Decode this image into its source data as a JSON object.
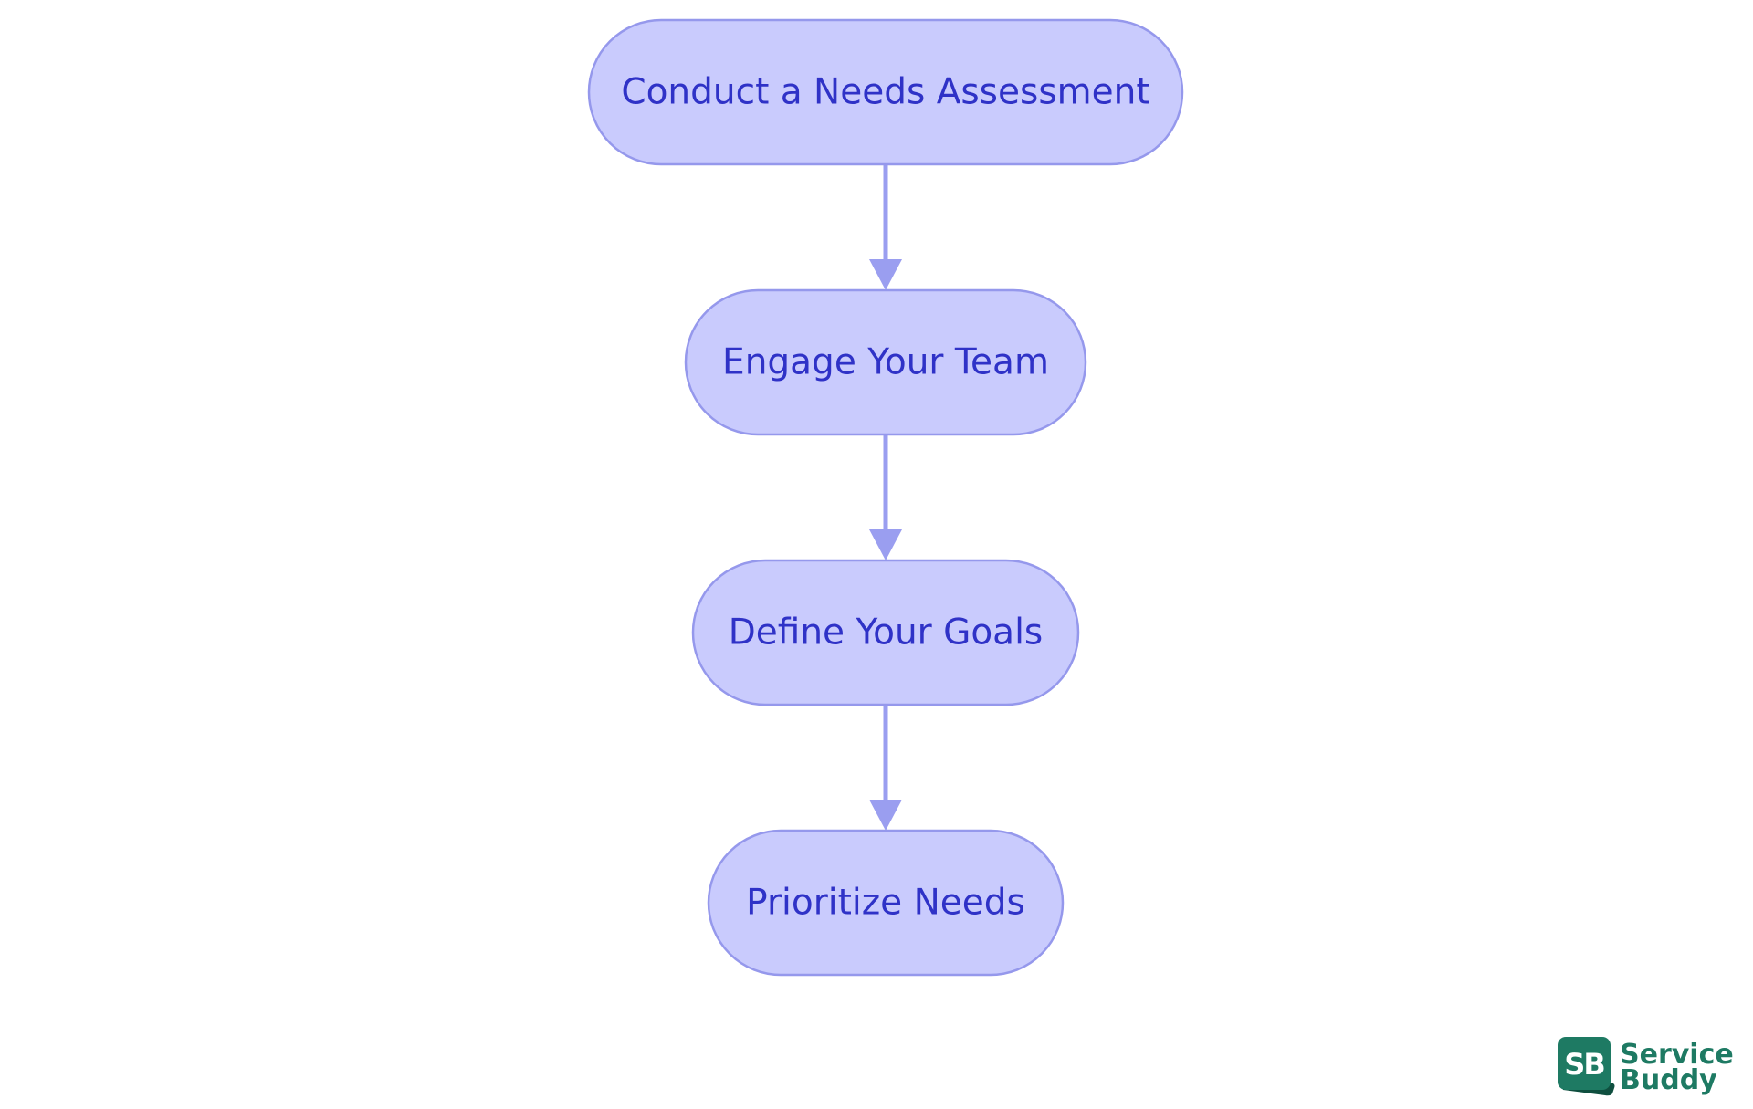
{
  "diagram": {
    "type": "flowchart",
    "direction": "top-to-bottom",
    "colors": {
      "node_fill": "#c9cbfd",
      "node_stroke": "#9598ec",
      "text": "#2f32c7",
      "arrow": "#9a9ef0"
    },
    "nodes": [
      {
        "id": "n1",
        "label": "Conduct a Needs Assessment"
      },
      {
        "id": "n2",
        "label": "Engage Your Team"
      },
      {
        "id": "n3",
        "label": "Define Your Goals"
      },
      {
        "id": "n4",
        "label": "Prioritize Needs"
      }
    ],
    "edges": [
      {
        "from": "n1",
        "to": "n2"
      },
      {
        "from": "n2",
        "to": "n3"
      },
      {
        "from": "n3",
        "to": "n4"
      }
    ]
  },
  "logo": {
    "mark": "SB",
    "line1": "Service",
    "line2": "Buddy",
    "color": "#1e7a63"
  }
}
